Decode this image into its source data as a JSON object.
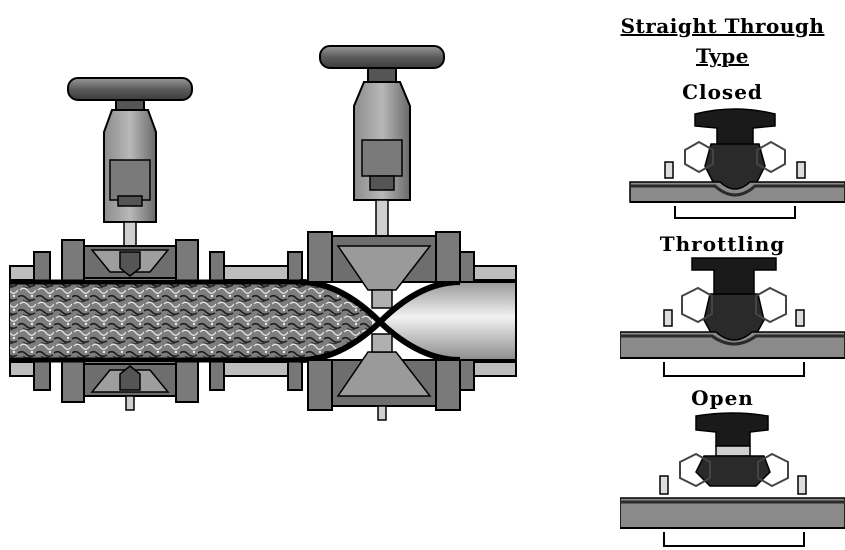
{
  "side_panel": {
    "title_line1": "Straight Through",
    "title_line2": "Type",
    "states": [
      {
        "label": "Closed"
      },
      {
        "label": "Throttling"
      },
      {
        "label": "Open"
      }
    ]
  },
  "colors": {
    "valve_body": "#6e6e6e",
    "valve_dark": "#3a3a3a",
    "handwheel": "#5a5a5a",
    "pipe_light": "#c8c8c8",
    "diaphragm": "#111111",
    "slurry": "#8a8a8a"
  },
  "icons": [
    "handwheel-icon",
    "diaphragm-icon"
  ]
}
